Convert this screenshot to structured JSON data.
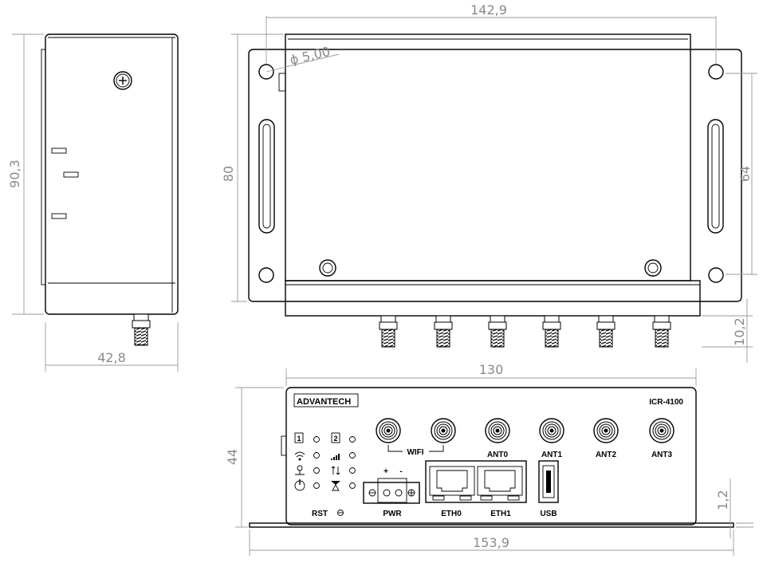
{
  "dimensions": {
    "side_depth": "42,8",
    "side_height": "90,3",
    "top_width": "142,9",
    "top_height": "80",
    "hole_diameter": "ϕ 5,00",
    "hole_spacing": "64",
    "connector_length": "10,2",
    "front_width": "130",
    "front_height": "44",
    "flange_thickness": "1,2",
    "base_width": "153,9"
  },
  "front_panel": {
    "brand": "ADVANTECH",
    "model": "ICR-4100",
    "wifi_label": "WIFI",
    "antenna_labels": [
      "ANT0",
      "ANT1",
      "ANT2",
      "ANT3"
    ],
    "pwr_label": "PWR",
    "eth_labels": [
      "ETH0",
      "ETH1"
    ],
    "usb_label": "USB",
    "rst_label": "RST",
    "plus": "+",
    "minus": "-",
    "sim1": "1",
    "sim2": "2"
  }
}
